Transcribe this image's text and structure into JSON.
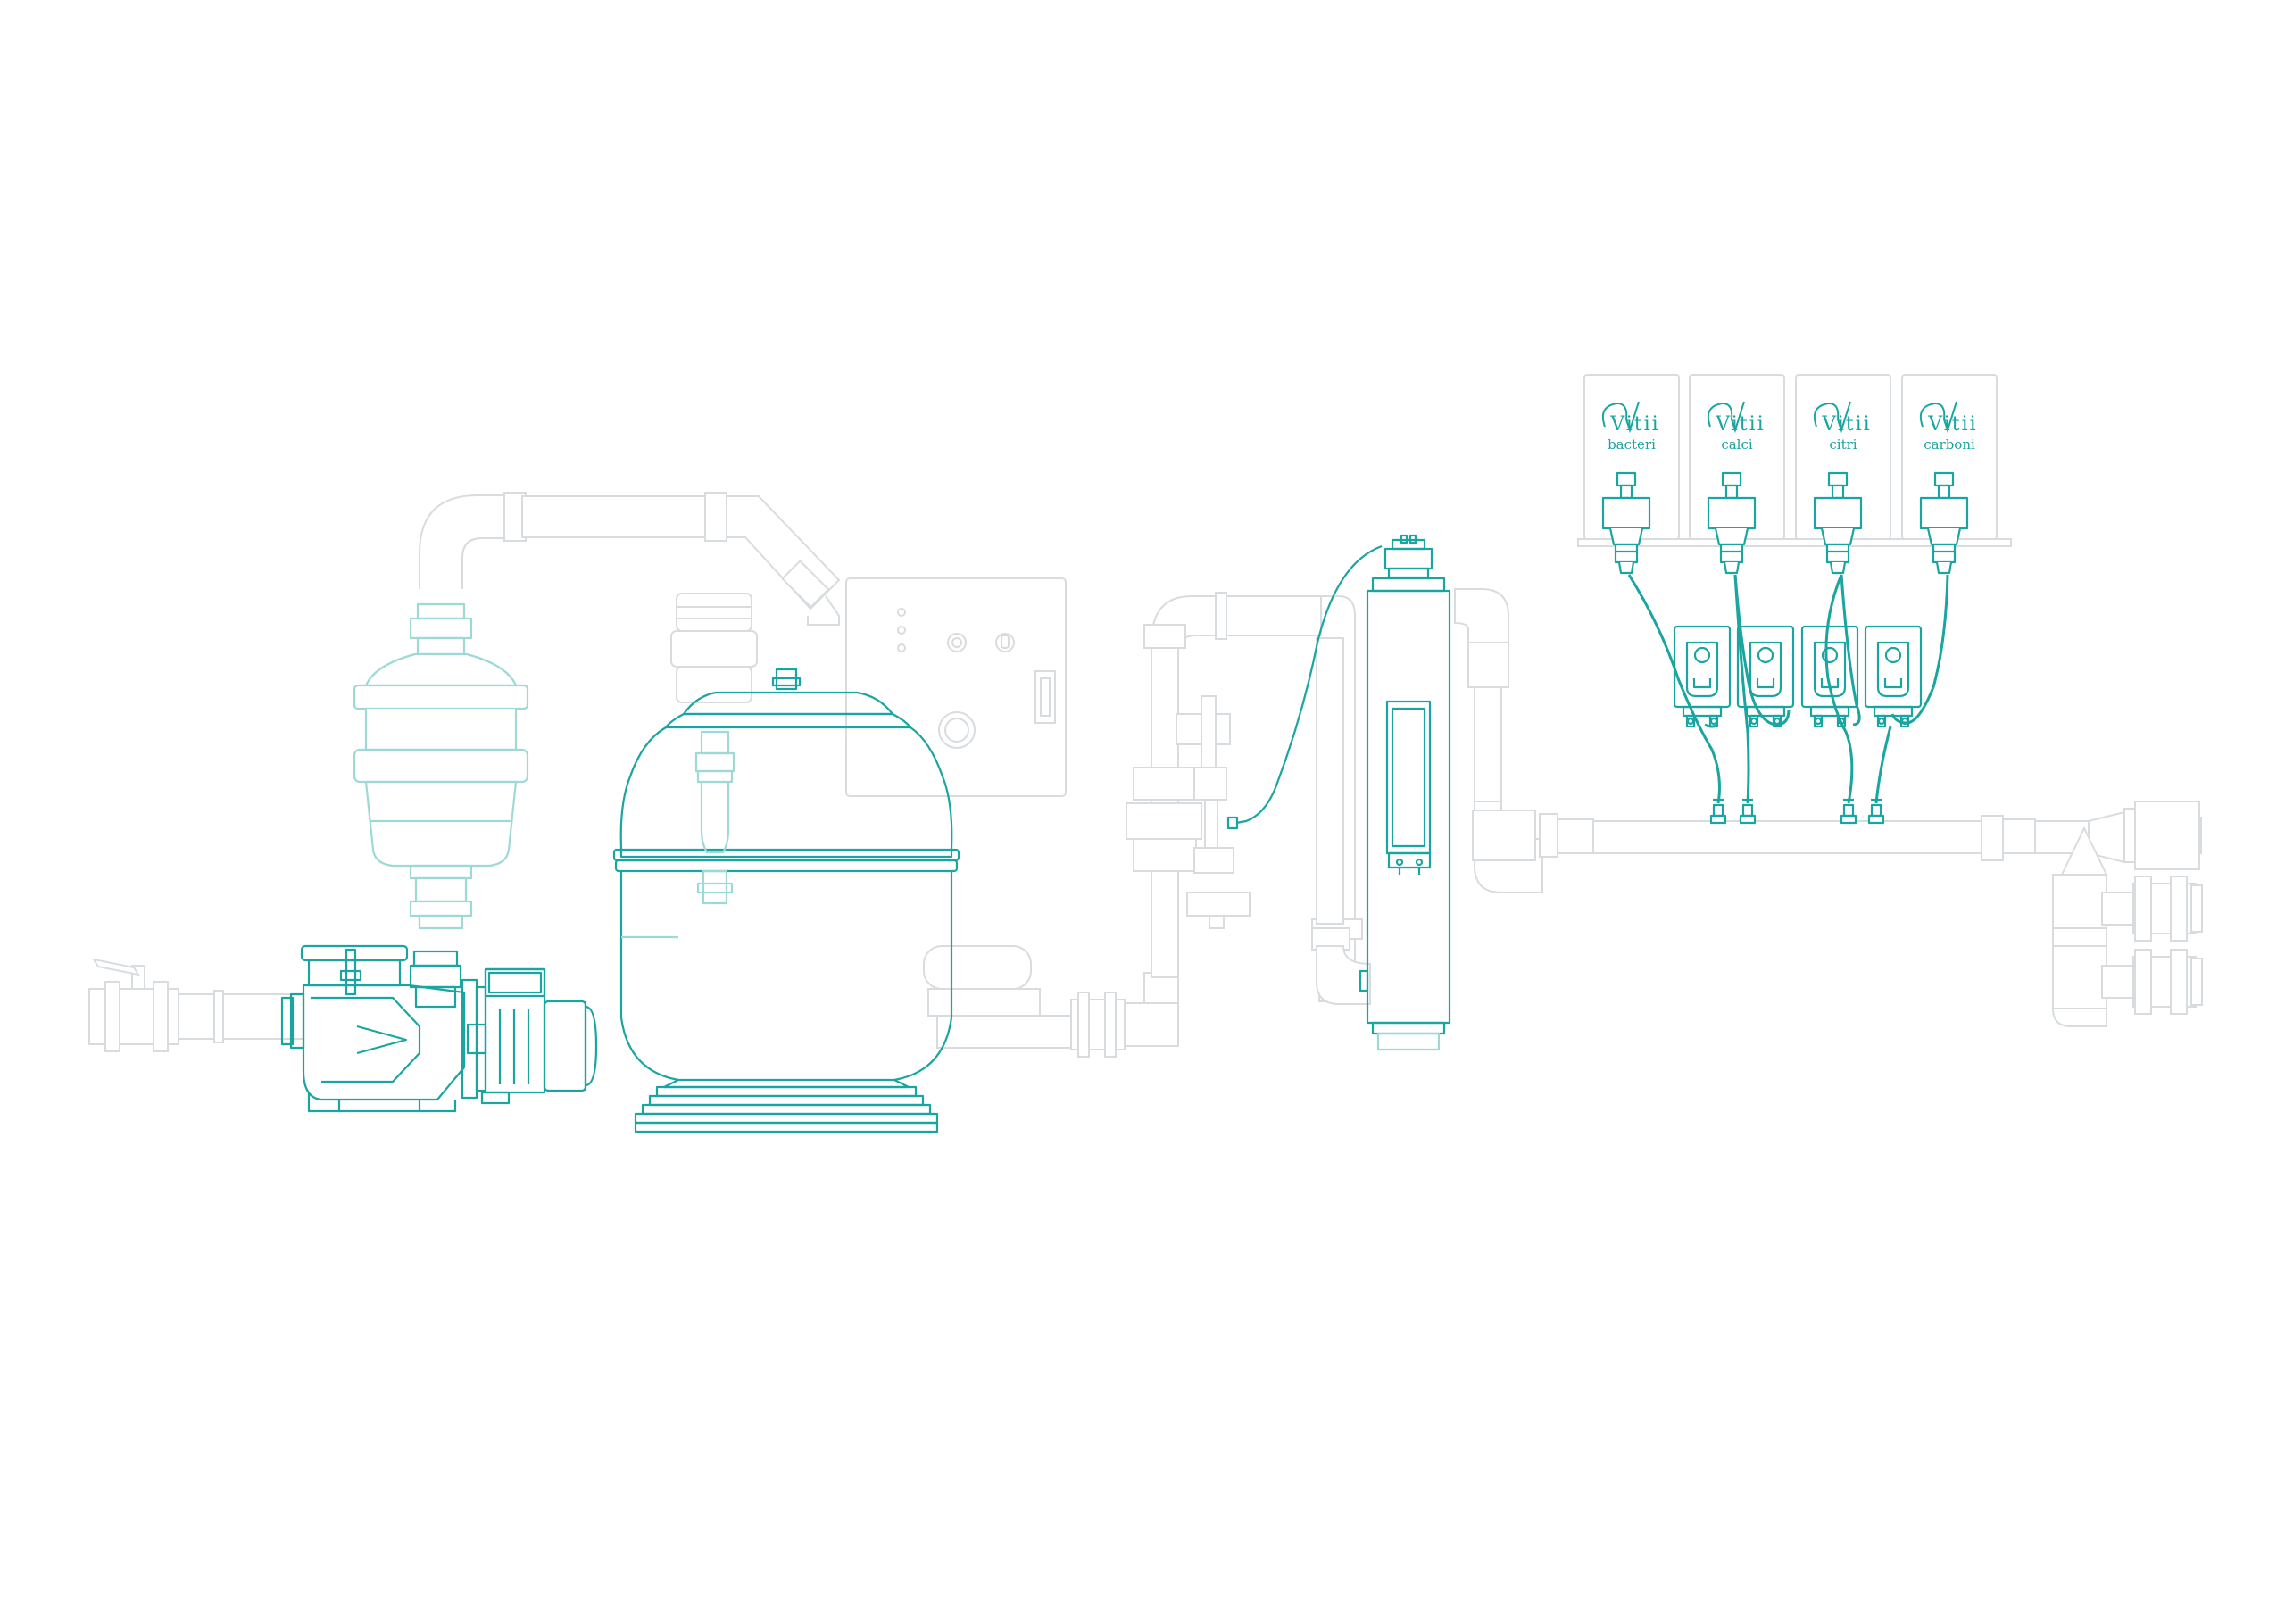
{
  "colors": {
    "accent": "#1aa5a0",
    "faint": "#d9dcdf",
    "background": "#ffffff"
  },
  "containers": [
    {
      "brand": "Vitii",
      "label": "bacteri"
    },
    {
      "brand": "Vitii",
      "label": "calci"
    },
    {
      "brand": "Vitii",
      "label": "citri"
    },
    {
      "brand": "Vitii",
      "label": "carboni"
    }
  ],
  "icons": {
    "pump": "pool-pump-icon",
    "prefilter": "pre-filter-icon",
    "sandFilter": "sand-filter-tank-icon",
    "controlPanel": "control-panel-icon",
    "uvUnit": "uv-sterilizer-icon",
    "dosingPumps": "peristaltic-dosing-pump-icon",
    "valve": "ball-valve-icon"
  }
}
